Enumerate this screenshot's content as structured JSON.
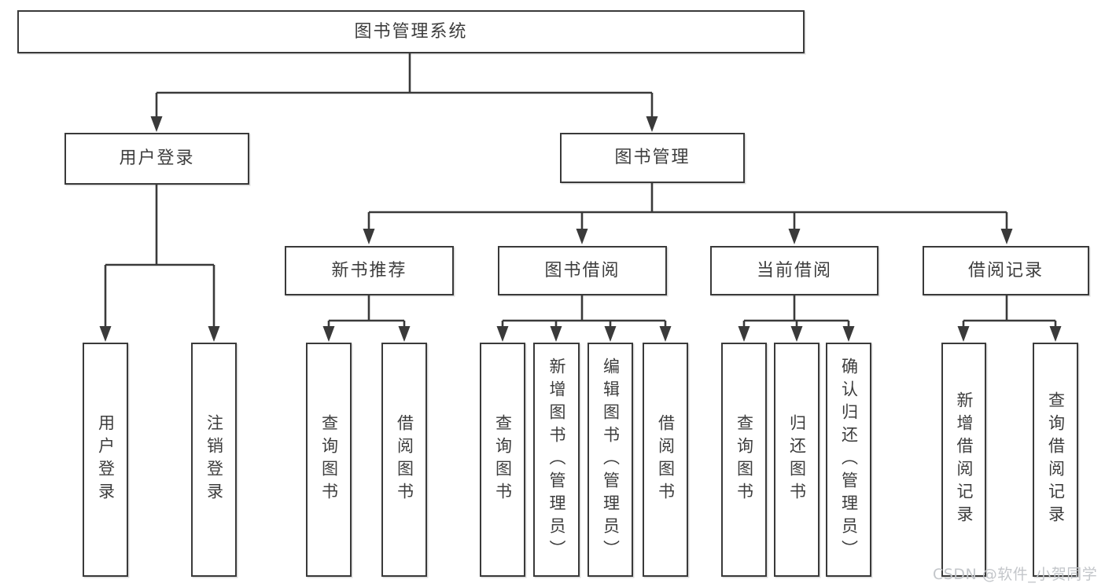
{
  "diagram": {
    "title": "图书管理系统",
    "root": {
      "label": "图书管理系统"
    },
    "level2": [
      {
        "label": "用户登录"
      },
      {
        "label": "图书管理"
      }
    ],
    "level3": [
      {
        "label": "新书推荐"
      },
      {
        "label": "图书借阅"
      },
      {
        "label": "当前借阅"
      },
      {
        "label": "借阅记录"
      }
    ],
    "leaves": {
      "user_login": [
        "用户登录",
        "注销登录"
      ],
      "new_book": [
        "查询图书",
        "借阅图书"
      ],
      "book_borrow": [
        "查询图书",
        "新增图书（管理员）",
        "编辑图书（管理员）",
        "借阅图书"
      ],
      "current_borrow": [
        "查询图书",
        "归还图书",
        "确认归还（管理员）"
      ],
      "borrow_record": [
        "新增借阅记录",
        "查询借阅记录"
      ]
    }
  },
  "watermark": "CSDN @软件_小贺同学",
  "colors": {
    "line": "#3a3a3a",
    "box_border": "#3a3a3a",
    "text": "#3d3d3d",
    "watermark": "#c3c6ca",
    "background": "#ffffff"
  }
}
